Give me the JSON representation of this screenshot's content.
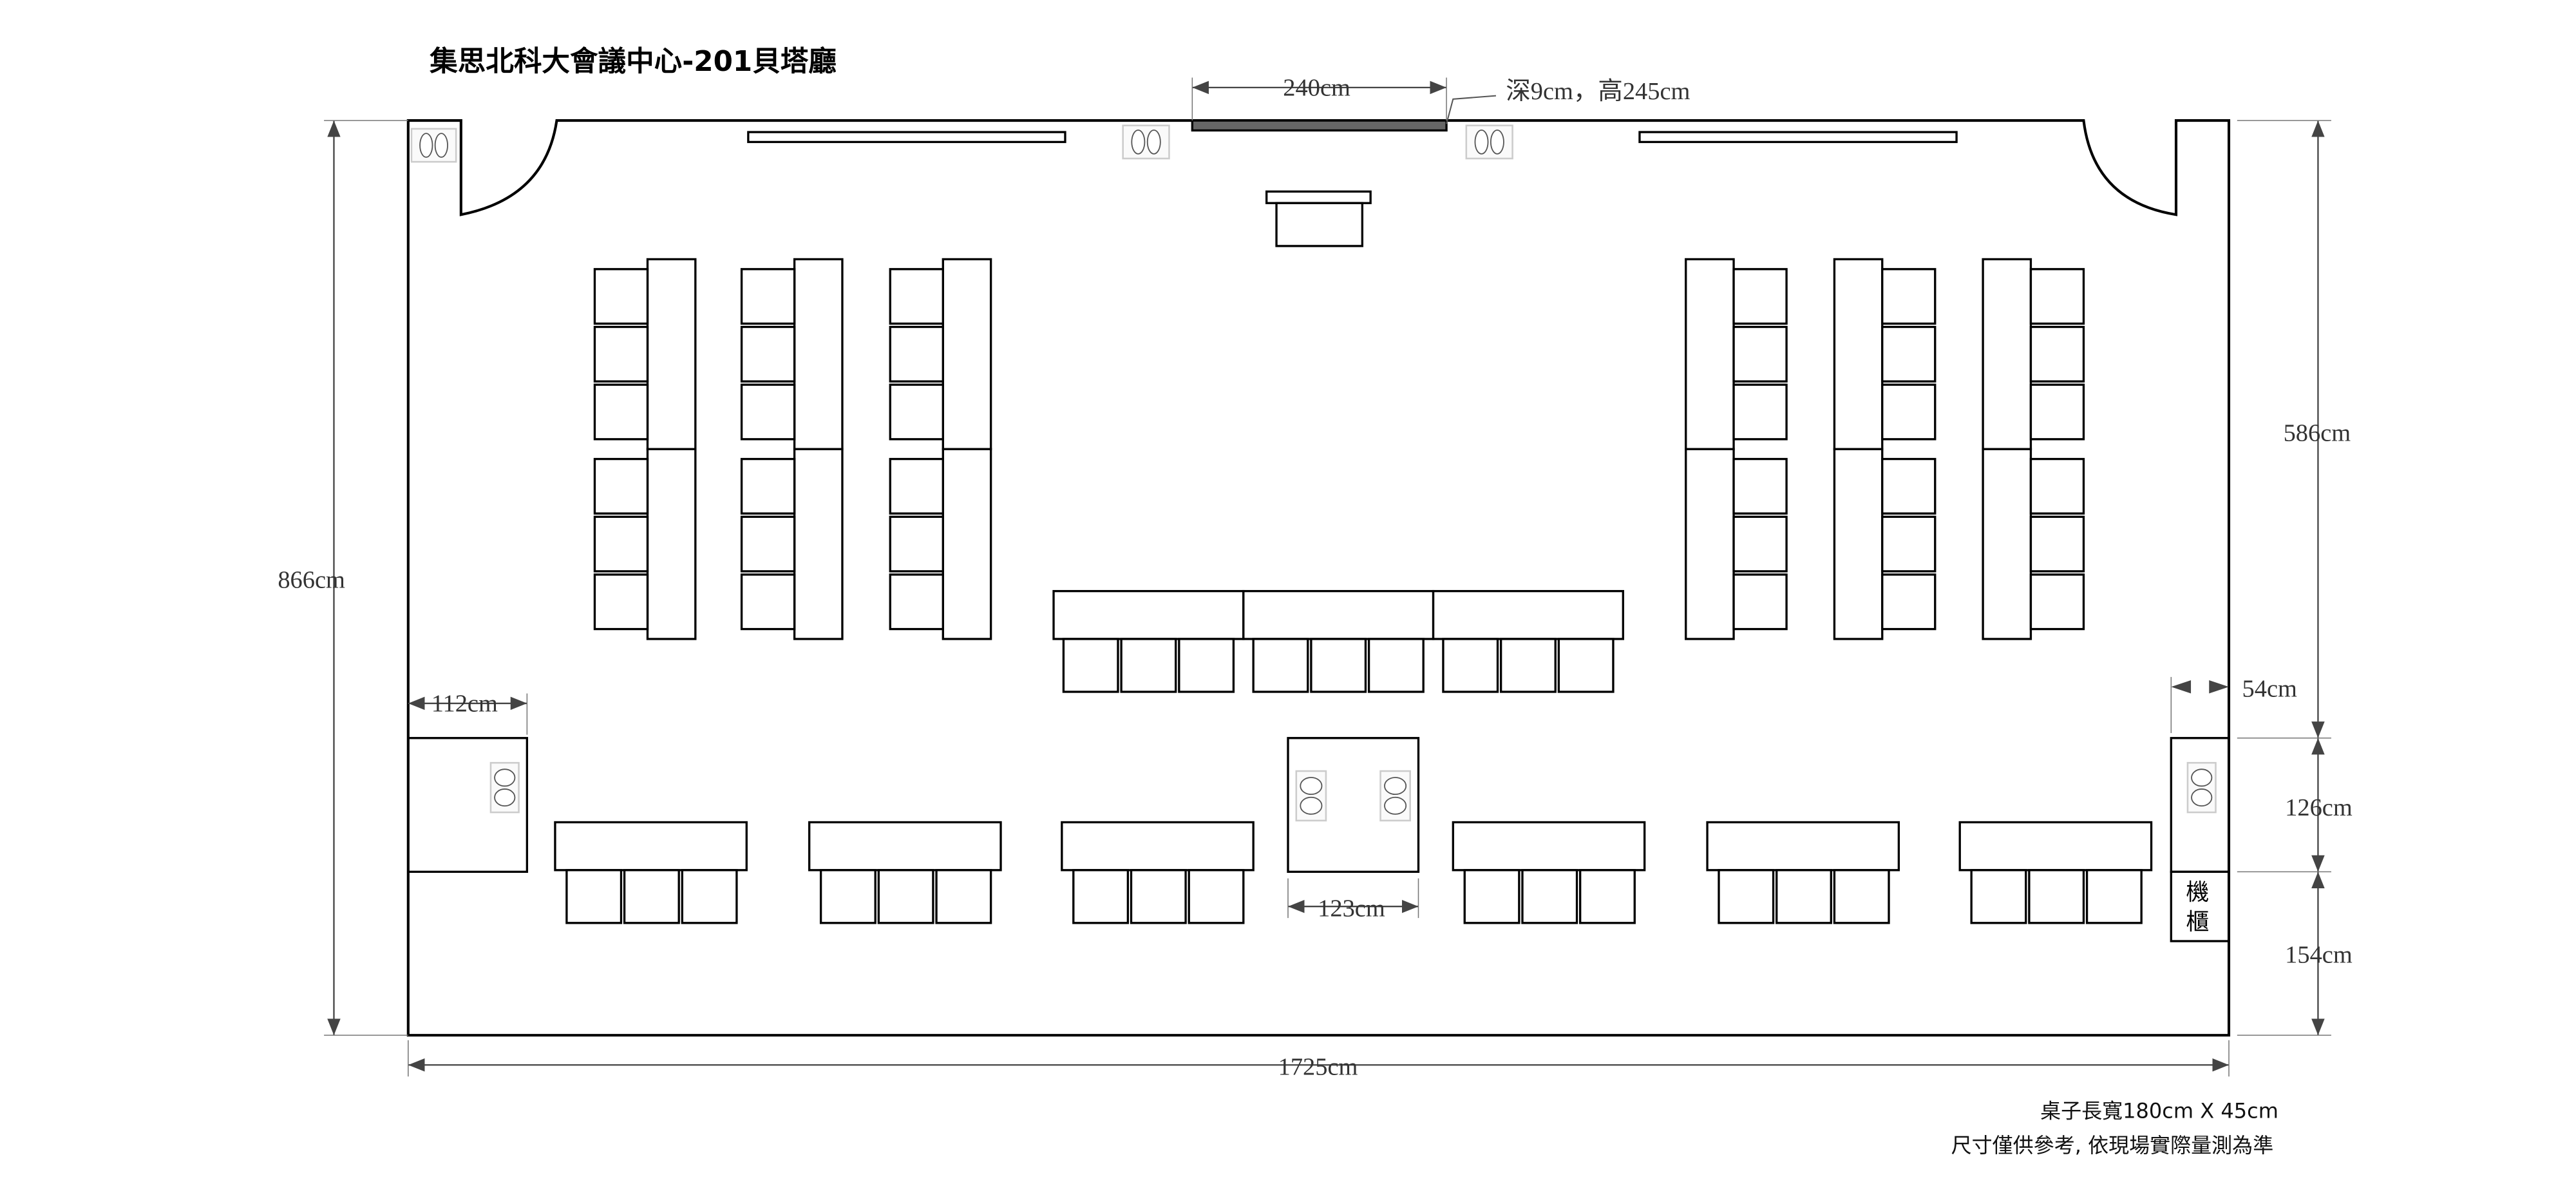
{
  "title": "集思北科大會議中心-201貝塔廳",
  "dimensions": {
    "screen_width": "240cm",
    "screen_spec": "深9cm，高245cm",
    "room_depth": "866cm",
    "right_upper": "586cm",
    "right_box": "126cm",
    "right_lower": "154cm",
    "room_width": "1725cm",
    "left_box_width": "112cm",
    "center_box_width": "123cm",
    "right_box_width": "54cm"
  },
  "cabinet_label": [
    "機",
    "櫃"
  ],
  "notes": {
    "table_size": "桌子長寬180cm X 45cm",
    "disclaimer": "尺寸僅供參考, 依現場實際量測為準"
  },
  "colors": {
    "line": "#000000",
    "dim": "#444444",
    "screen": "#666666",
    "outlet": "#cccccc"
  }
}
